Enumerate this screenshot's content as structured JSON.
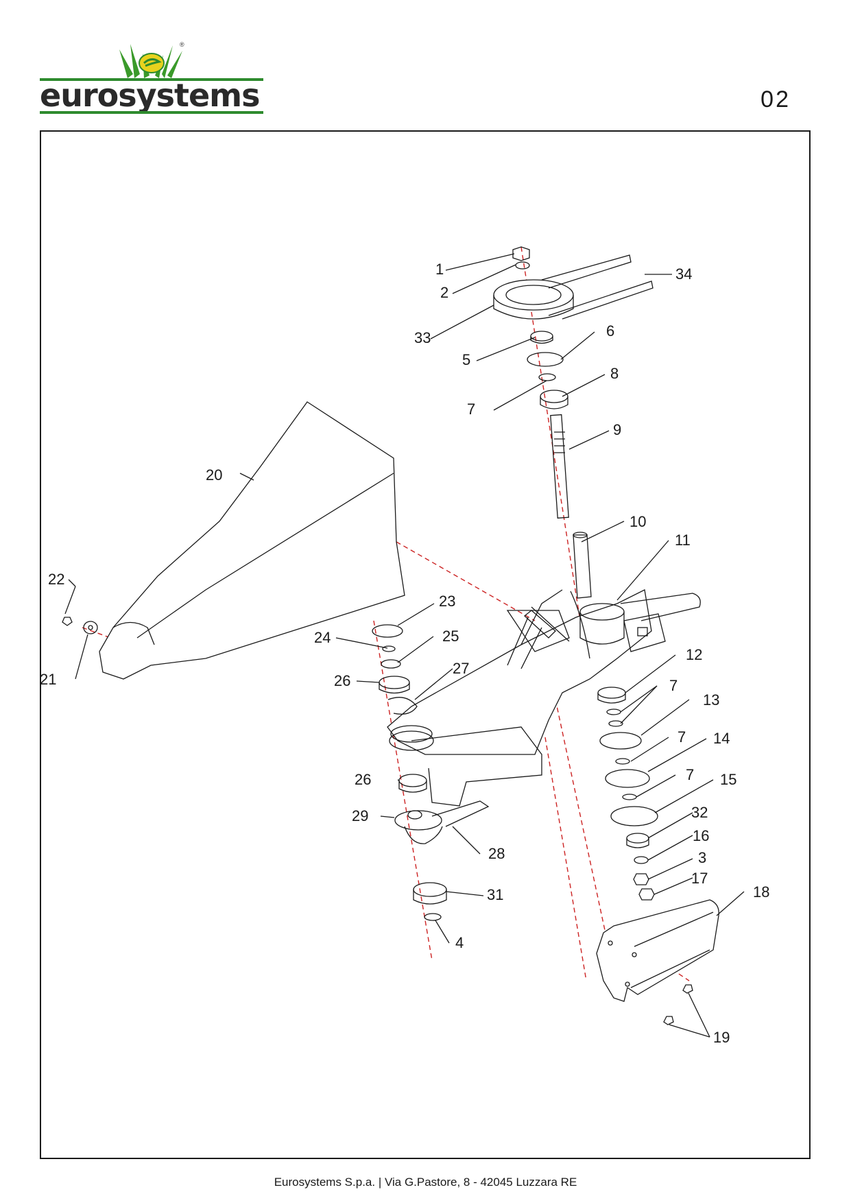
{
  "brand": {
    "name": "eurosystems",
    "registered": "®"
  },
  "page_number": "02",
  "footer": "Eurosystems S.p.a. | Via G.Pastore, 8 - 42045 Luzzara RE",
  "parts": [
    {
      "id": "p1",
      "label": "1"
    },
    {
      "id": "p2",
      "label": "2"
    },
    {
      "id": "p34",
      "label": "34"
    },
    {
      "id": "p33",
      "label": "33"
    },
    {
      "id": "p6",
      "label": "6"
    },
    {
      "id": "p5",
      "label": "5"
    },
    {
      "id": "p8",
      "label": "8"
    },
    {
      "id": "p7a",
      "label": "7"
    },
    {
      "id": "p9",
      "label": "9"
    },
    {
      "id": "p10",
      "label": "10"
    },
    {
      "id": "p11",
      "label": "11"
    },
    {
      "id": "p20",
      "label": "20"
    },
    {
      "id": "p22",
      "label": "22"
    },
    {
      "id": "p23",
      "label": "23"
    },
    {
      "id": "p24",
      "label": "24"
    },
    {
      "id": "p25",
      "label": "25"
    },
    {
      "id": "p21",
      "label": "21"
    },
    {
      "id": "p26a",
      "label": "26"
    },
    {
      "id": "p27",
      "label": "27"
    },
    {
      "id": "p12",
      "label": "12"
    },
    {
      "id": "p7b",
      "label": "7"
    },
    {
      "id": "p13",
      "label": "13"
    },
    {
      "id": "p7c",
      "label": "7"
    },
    {
      "id": "p14",
      "label": "14"
    },
    {
      "id": "p7d",
      "label": "7"
    },
    {
      "id": "p15",
      "label": "15"
    },
    {
      "id": "p26b",
      "label": "26"
    },
    {
      "id": "p29",
      "label": "29"
    },
    {
      "id": "p32",
      "label": "32"
    },
    {
      "id": "p16",
      "label": "16"
    },
    {
      "id": "p28",
      "label": "28"
    },
    {
      "id": "p3",
      "label": "3"
    },
    {
      "id": "p17",
      "label": "17"
    },
    {
      "id": "p18",
      "label": "18"
    },
    {
      "id": "p31",
      "label": "31"
    },
    {
      "id": "p4",
      "label": "4"
    },
    {
      "id": "p19",
      "label": "19"
    }
  ],
  "colors": {
    "brand_green": "#2e8b2e",
    "logo_yellow": "#e8d21e",
    "axis_red": "#cc2222"
  }
}
